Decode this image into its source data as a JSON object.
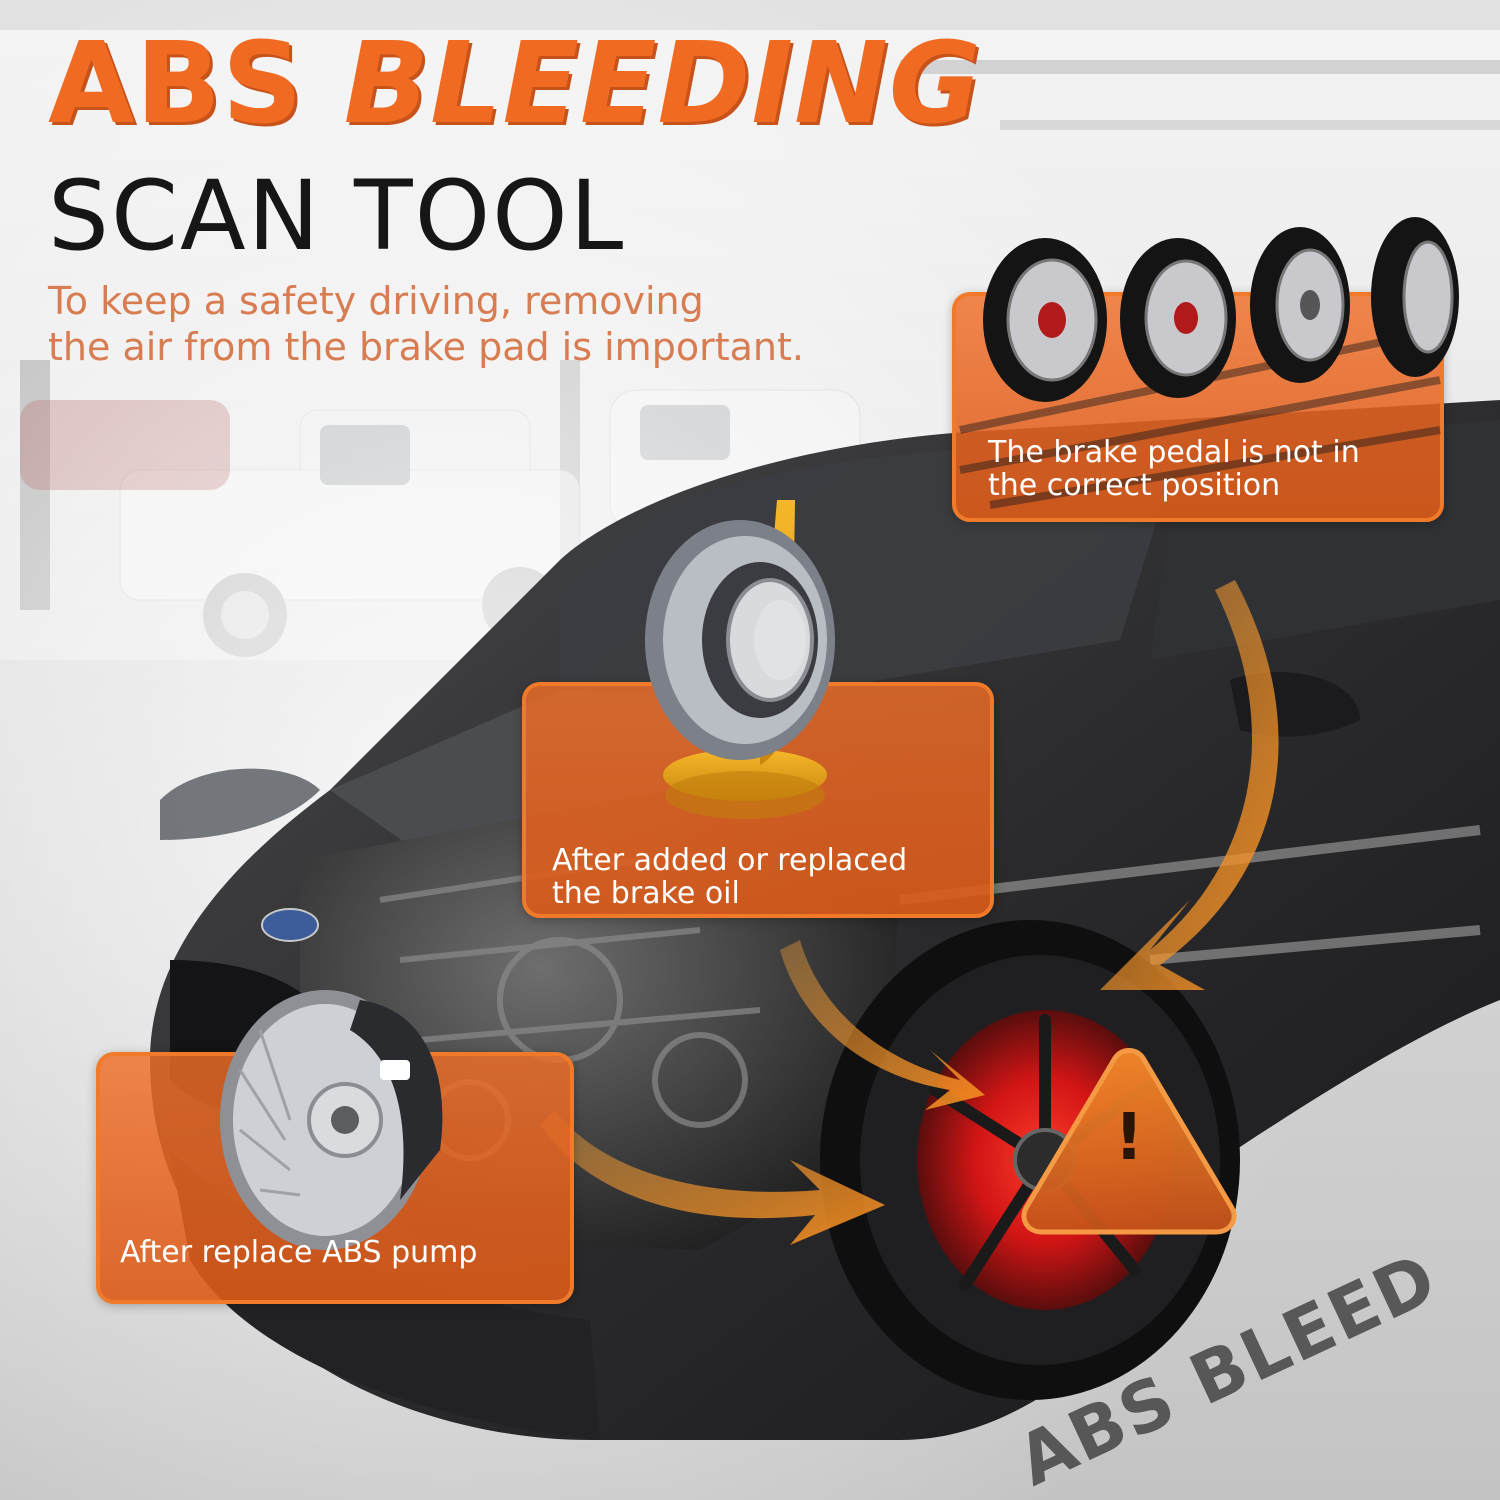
{
  "headline": {
    "line1_part1": "ABS ",
    "line1_part2": "BLEEDING",
    "line2": "SCAN TOOL"
  },
  "subtitle": {
    "line1": "To keep a safety driving, removing",
    "line2": "the air from the brake pad is important."
  },
  "callouts": [
    {
      "line1": "The brake pedal is not in",
      "line2": "the correct position"
    },
    {
      "line1": "After added or replaced",
      "line2": "the brake oil"
    },
    {
      "line1": "After replace ABS pump"
    }
  ],
  "warning_symbol": "!",
  "watermark": "ABS BLEED",
  "colors": {
    "accent": "#f06a21",
    "headline_dark": "#161616",
    "subtitle": "#d87c52",
    "callout_fill": "#e8641f",
    "car_body": "#2b2b2d",
    "brake_glow": "#e01616"
  },
  "icons": [
    "tire-icon",
    "bearing-icon",
    "brake-disc-icon",
    "warning-triangle-icon",
    "arrow-icon"
  ]
}
